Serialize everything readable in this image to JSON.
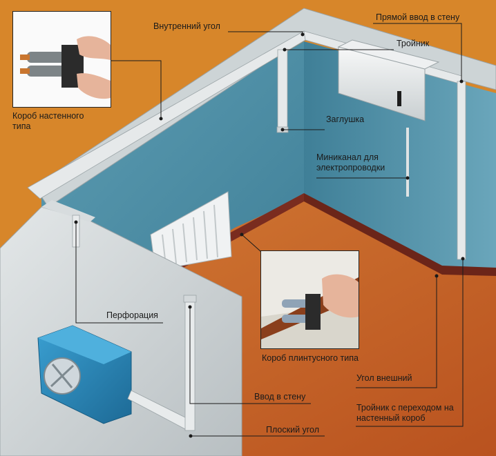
{
  "labels": {
    "wall_box": "Короб настенного типа",
    "inner_corner": "Внутренний угол",
    "direct_entry": "Прямой ввод в стену",
    "tee": "Тройник",
    "end_cap": "Заглушка",
    "minichannel": "Миниканал для электропроводки",
    "perforation": "Перфорация",
    "skirting_box": "Короб плинтусного типа",
    "outer_corner": "Угол внешний",
    "wall_entry": "Ввод в стену",
    "tee_transition": "Тройник с переходом на настенный короб",
    "flat_corner": "Плоский угол"
  },
  "colors": {
    "background": "#d7862a",
    "floor": "#c7632a",
    "wall": "#4e8fa6",
    "wall_top": "#cfd6d8",
    "outer_wall": "#c9cfd1",
    "skirting": "#7a2c1f",
    "duct": "#dfe3e4",
    "ac_outdoor": "#2a86b8"
  }
}
